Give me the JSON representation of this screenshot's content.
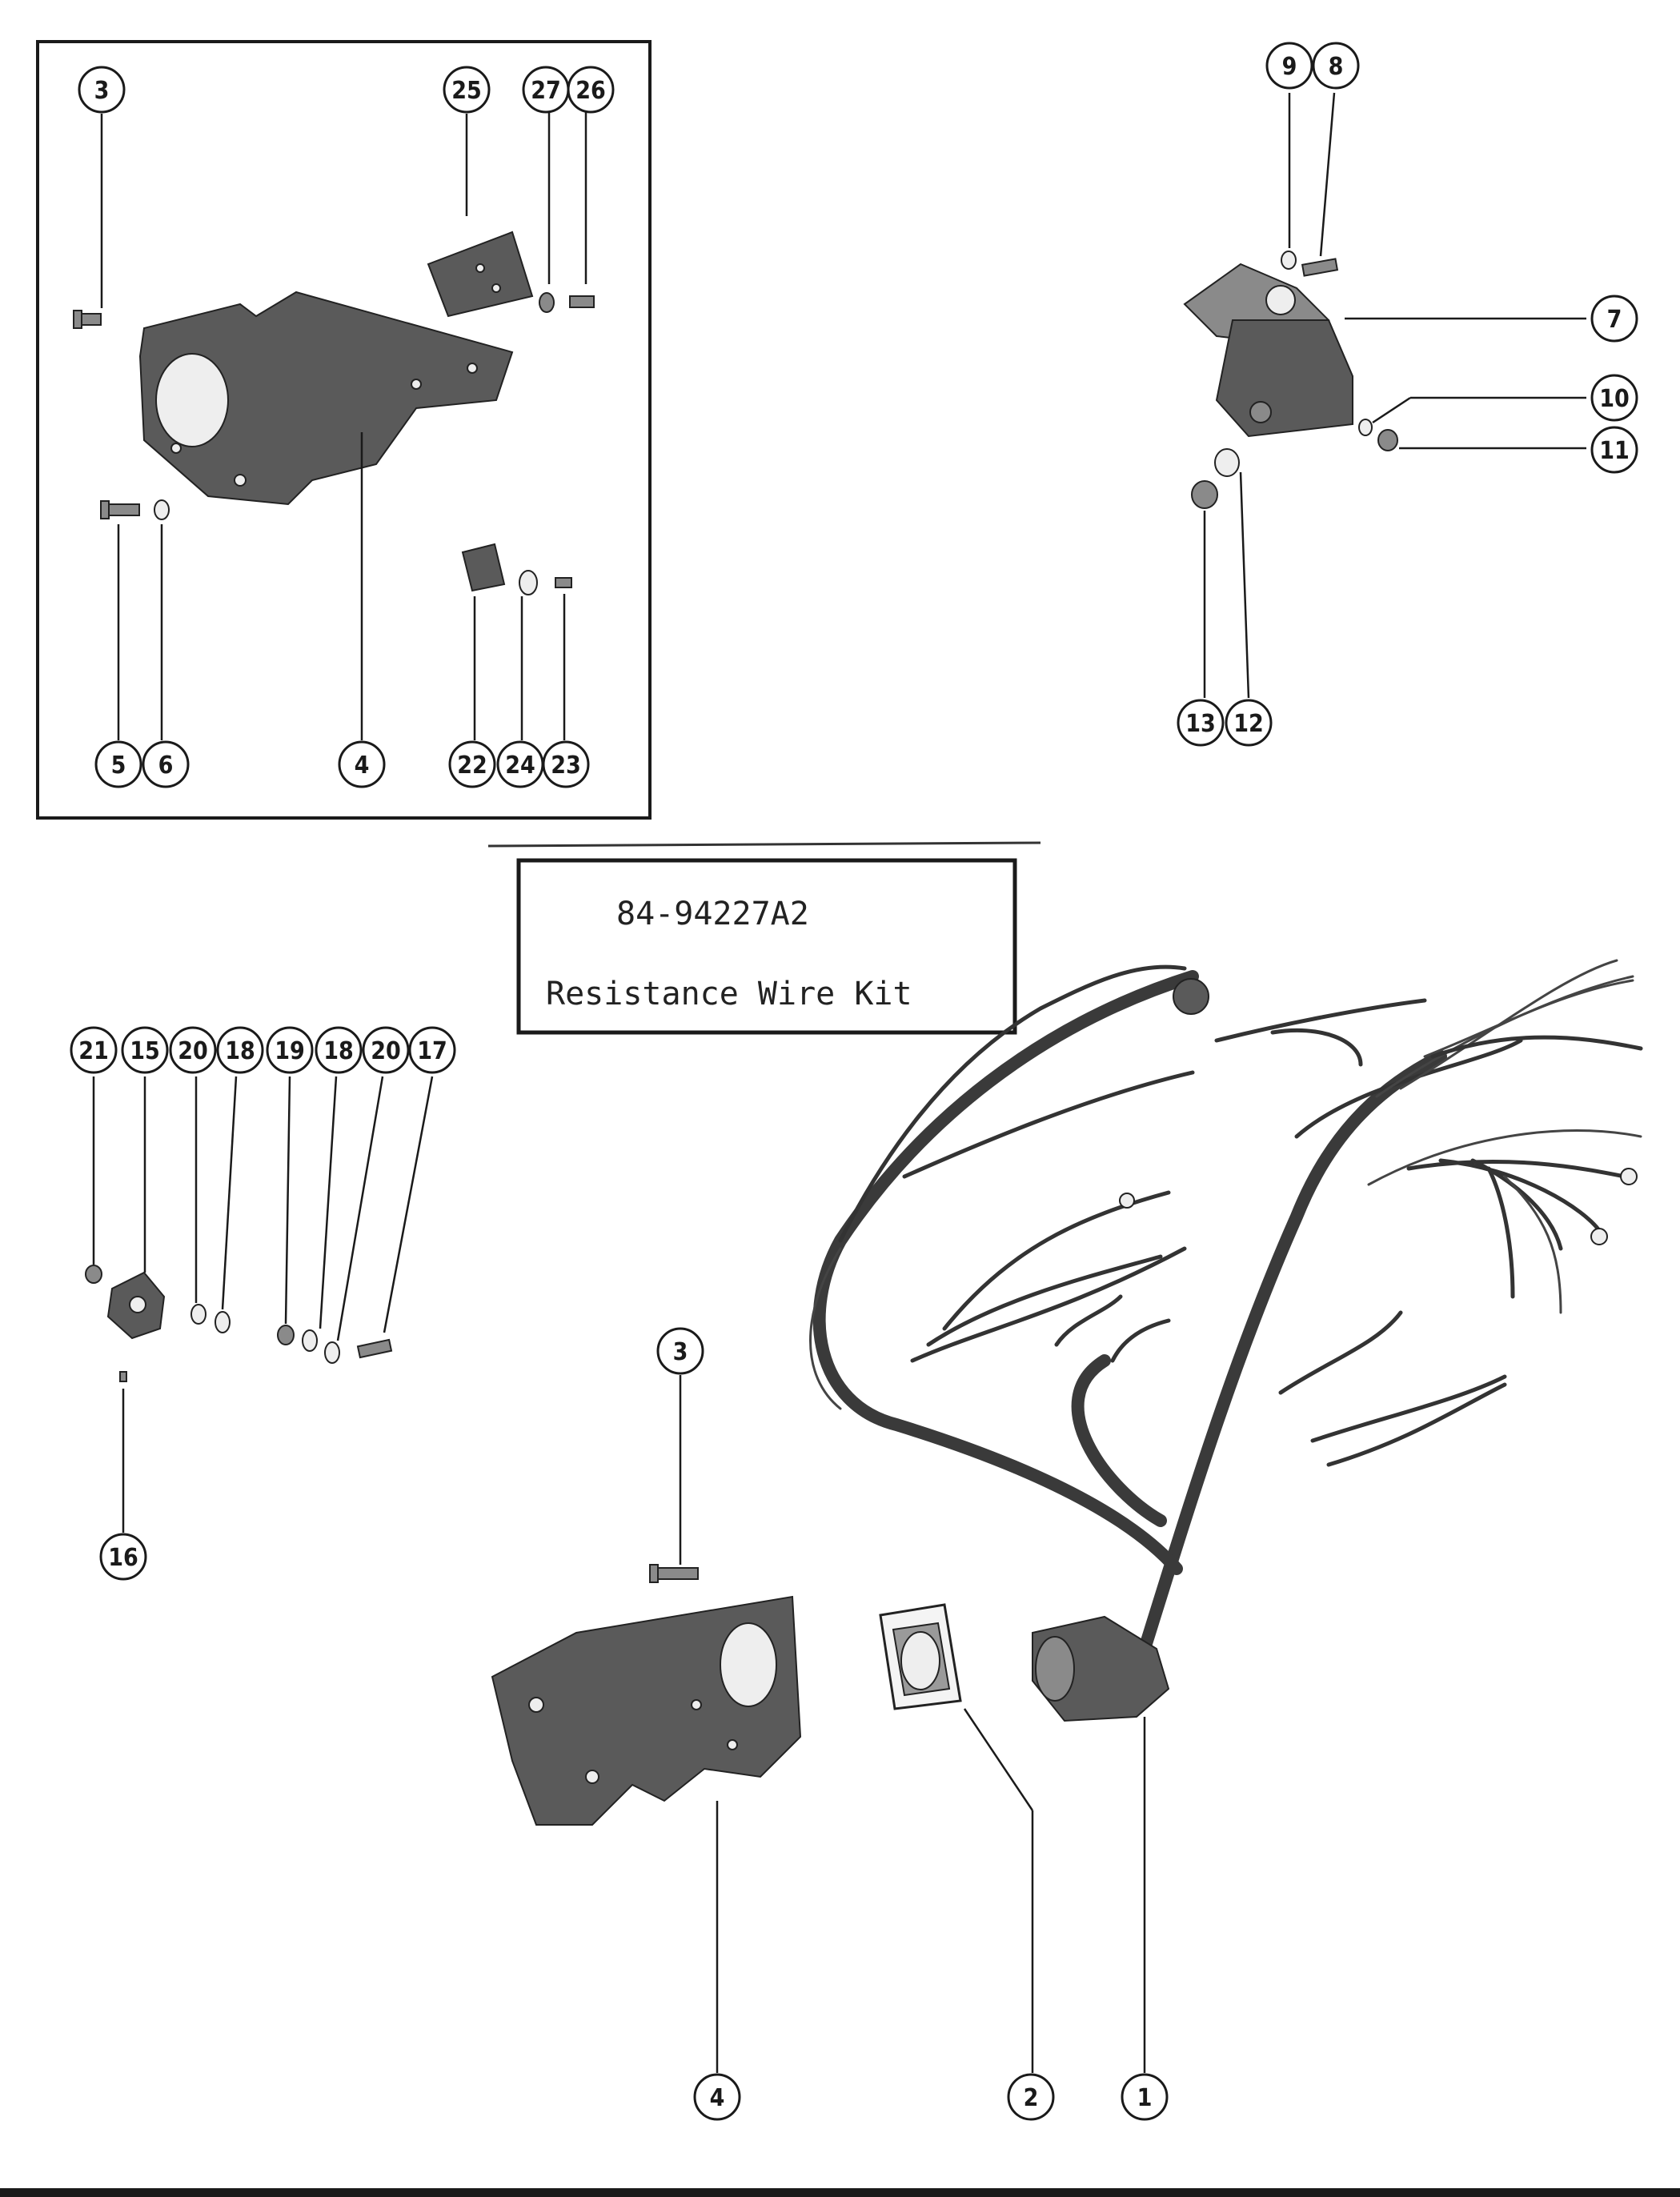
{
  "kit_label": {
    "part_number": "84-94227A2",
    "description": "Resistance Wire Kit"
  },
  "callouts": {
    "c1": "1",
    "c2": "2",
    "c3a": "3",
    "c3b": "3",
    "c4a": "4",
    "c4b": "4",
    "c5": "5",
    "c6": "6",
    "c7": "7",
    "c8": "8",
    "c9": "9",
    "c10": "10",
    "c11": "11",
    "c12": "12",
    "c13": "13",
    "c15": "15",
    "c16": "16",
    "c17": "17",
    "c18a": "18",
    "c18b": "18",
    "c19": "19",
    "c20a": "20",
    "c20b": "20",
    "c21": "21",
    "c22": "22",
    "c23": "23",
    "c24": "24",
    "c25": "25",
    "c26": "26",
    "c27": "27"
  }
}
